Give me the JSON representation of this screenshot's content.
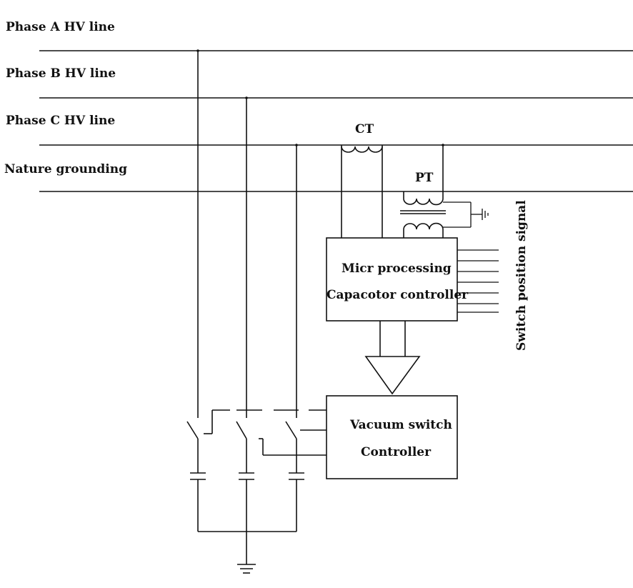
{
  "lines": {
    "phase_a": "Phase A HV line",
    "phase_b": "Phase B HV line",
    "phase_c": "Phase C HV line",
    "ground": "Nature grounding"
  },
  "transformers": {
    "ct": "CT",
    "pt": "PT"
  },
  "controller": {
    "line1": "Micr processing",
    "line2": "Capacotor controller"
  },
  "vacuum_switch": {
    "line1": "Vacuum switch",
    "line2": "Controller"
  },
  "signal_label": "Switch position signal"
}
